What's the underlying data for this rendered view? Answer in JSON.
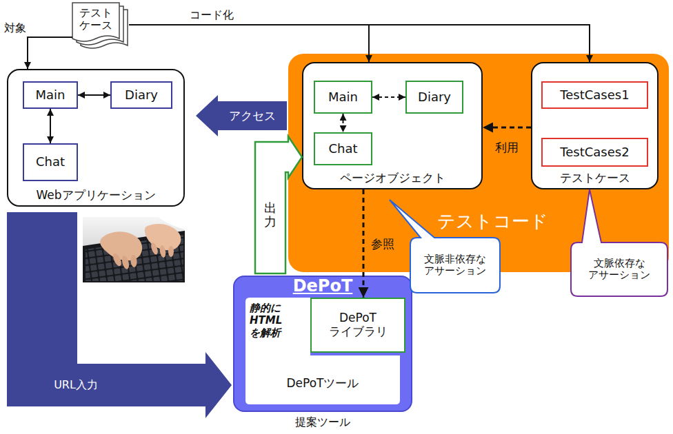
{
  "diagram": {
    "nodes": [
      {
        "text": [
          "テスト ケース"
        ]
      },
      {
        "text": [
          "Webアプリケーション"
        ]
      },
      {
        "text": [
          "Main"
        ],
        "in": 1
      },
      {
        "text": [
          "Diary"
        ],
        "in": 1
      },
      {
        "text": [
          "Chat"
        ],
        "in": 1
      },
      {
        "text": [
          "テストコード"
        ]
      },
      {
        "text": [
          "ページオブジェクト"
        ],
        "in": 5
      },
      {
        "text": [
          "Main"
        ],
        "in": 6
      },
      {
        "text": [
          "Diary"
        ],
        "in": 6
      },
      {
        "text": [
          "Chat"
        ],
        "in": 6
      },
      {
        "text": [
          "テストケース"
        ],
        "in": 5
      },
      {
        "text": [
          "TestCases1"
        ],
        "in": 10
      },
      {
        "text": [
          "TestCases2"
        ],
        "in": 10
      },
      {
        "text": [
          "DePoT",
          "提案ツール"
        ]
      },
      {
        "text": [
          "静的に HTML を解析",
          "DePoTツール"
        ],
        "in": 13
      },
      {
        "text": [
          "DePoT ライブラリ"
        ],
        "in": 13
      },
      {
        "text": [
          "文脈非依存な アサーション"
        ]
      },
      {
        "text": [
          "文脈依存な アサーション"
        ]
      }
    ],
    "edges": [
      {
        "from": 0,
        "to": 1,
        "arrow": "to",
        "label": "対象"
      },
      {
        "from": 0,
        "to": 6,
        "arrow": "to",
        "label": "コード化"
      },
      {
        "from": 0,
        "to": 10,
        "arrow": "to"
      },
      {
        "from": 2,
        "to": 3,
        "arrow": "both"
      },
      {
        "from": 2,
        "to": 4,
        "arrow": "both"
      },
      {
        "from": 7,
        "to": 8,
        "arrow": "both"
      },
      {
        "from": 7,
        "to": 9,
        "arrow": "both"
      },
      {
        "from": 10,
        "to": 6,
        "arrow": "to",
        "label": "利用"
      },
      {
        "from": 6,
        "to": 1,
        "arrow": "to",
        "label": "アクセス"
      },
      {
        "from": 6,
        "to": 15,
        "arrow": "to",
        "label": "参照"
      },
      {
        "from": 13,
        "to": 6,
        "arrow": "to",
        "label": "出力"
      },
      {
        "from": 1,
        "to": 13,
        "arrow": "to",
        "label": "URL入力"
      }
    ]
  }
}
